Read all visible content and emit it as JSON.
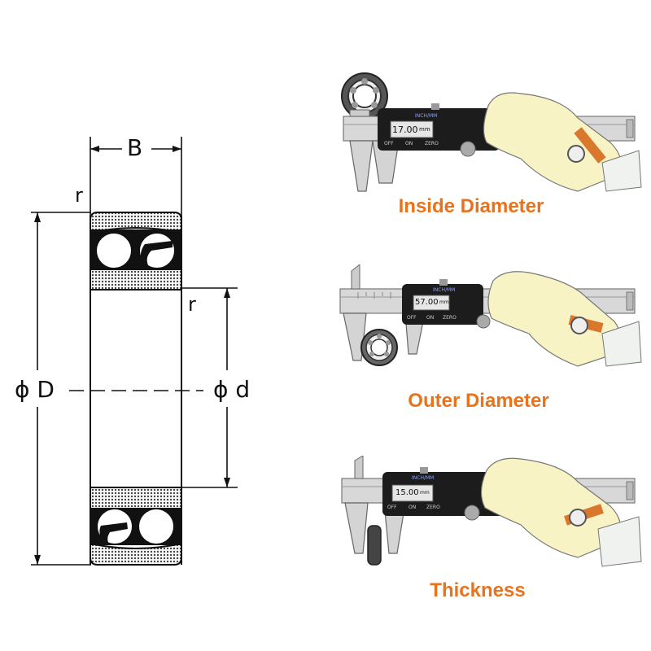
{
  "bearing": {
    "width_label": "B",
    "radius_label": "r",
    "outer_diameter_label": "ϕ D",
    "inner_diameter_label": "ϕ d"
  },
  "calipers": [
    {
      "id": "inside",
      "reading": "17.00",
      "unit": "mm",
      "mode_label": "INCH/MM",
      "buttons": [
        "OFF",
        "ON",
        "ZERO"
      ],
      "caption": "Inside Diameter"
    },
    {
      "id": "outer",
      "reading": "57.00",
      "unit": "mm",
      "mode_label": "INCH/MM",
      "buttons": [
        "OFF",
        "ON",
        "ZERO"
      ],
      "caption": "Outer Diameter"
    },
    {
      "id": "thickness",
      "reading": "15.00",
      "unit": "mm",
      "mode_label": "INCH/MM",
      "buttons": [
        "OFF",
        "ON",
        "ZERO"
      ],
      "caption": "Thickness"
    }
  ],
  "colors": {
    "caption": "#e8731c",
    "glove": "#f8f3c4",
    "strap": "#d9772c",
    "caliper_body": "#1c1c1c"
  }
}
